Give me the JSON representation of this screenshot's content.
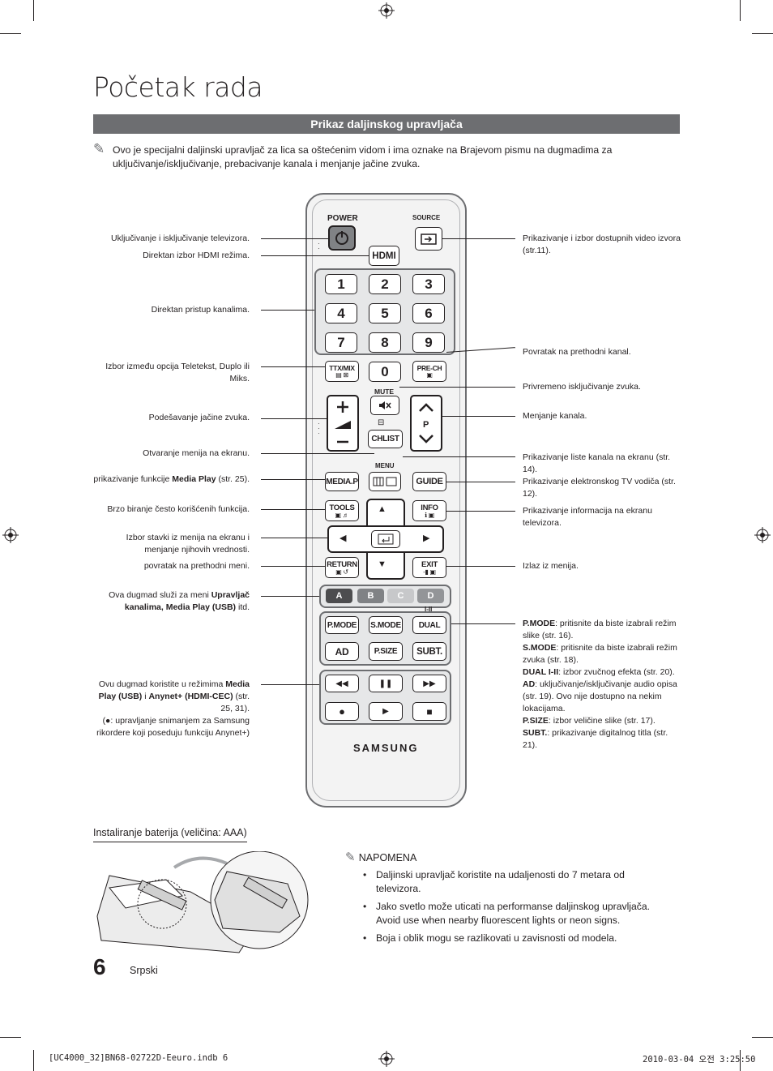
{
  "page_title": "Početak rada",
  "section_title": "Prikaz daljinskog upravljača",
  "intro": "Ovo je specijalni daljinski upravljač za lica sa oštećenim vidom i ima oznake na Brajevom pismu na dugmadima za uključivanje/isključivanje, prebacivanje kanala i menjanje jačine zvuka.",
  "remote": {
    "power": "POWER",
    "source": "SOURCE",
    "hdmi": "HDMI",
    "numbers": [
      "1",
      "2",
      "3",
      "4",
      "5",
      "6",
      "7",
      "8",
      "9",
      "0"
    ],
    "ttx": "TTX/MIX",
    "prech": "PRE-CH",
    "mute": "MUTE",
    "p": "P",
    "chlist": "CHLIST",
    "menu": "MENU",
    "mediap": "MEDIA.P",
    "guide": "GUIDE",
    "tools": "TOOLS",
    "info": "INFO",
    "return": "RETURN",
    "exit": "EXIT",
    "colors": [
      {
        "label": "A",
        "color": "#4d4d4f"
      },
      {
        "label": "B",
        "color": "#808285"
      },
      {
        "label": "C",
        "color": "#c7c8ca"
      },
      {
        "label": "D",
        "color": "#939598"
      }
    ],
    "dual_mark": "I-II",
    "pmode": "P.MODE",
    "smode": "S.MODE",
    "dual": "DUAL",
    "ad": "AD",
    "psize": "P.SIZE",
    "subt": "SUBT.",
    "brand": "SAMSUNG"
  },
  "callouts_left": {
    "power": "Uključivanje i isključivanje televizora.",
    "hdmi": "Direktan izbor HDMI režima.",
    "channels": "Direktan pristup kanalima.",
    "ttx": "Izbor između opcija Teletekst, Duplo ili Miks.",
    "volume": "Podešavanje jačine zvuka.",
    "menu": "Otvaranje menija na ekranu.",
    "mediap_pre": "prikazivanje funkcije ",
    "mediap_bold": "Media Play",
    "mediap_post": " (str. 25).",
    "tools": "Brzo biranje često korišćenih funkcija.",
    "nav": "Izbor stavki iz menija na ekranu i menjanje njihovih vrednosti.",
    "return": "povratak na prethodni meni.",
    "color_pre": "Ova dugmad služi za meni ",
    "color_bold1": "Upravljač kanalima, Media Play (USB)",
    "color_post": " itd.",
    "media_pre": "Ovu dugmad koristite u režimima ",
    "media_bold1": "Media Play (USB)",
    "media_mid": " i ",
    "media_bold2": "Anynet+ (HDMI-CEC)",
    "media_post": " (str. 25, 31).",
    "media_rec": "(●: upravljanje snimanjem za Samsung rikordere koji poseduju funkciju Anynet+)"
  },
  "callouts_right": {
    "source": "Prikazivanje i izbor dostupnih video izvora (str.11).",
    "prech": "Povratak na prethodni kanal.",
    "mute": "Privremeno isključivanje zvuka.",
    "channel": "Menjanje kanala.",
    "chlist": "Prikazivanje liste kanala na ekranu (str. 14).",
    "guide": "Prikazivanje elektronskog TV vodiča (str. 12).",
    "info": "Prikazivanje informacija na ekranu televizora.",
    "exit": "Izlaz iz menija.",
    "modes": [
      {
        "key": "P.MODE",
        "text": ": pritisnite da biste izabrali režim slike (str. 16)."
      },
      {
        "key": "S.MODE",
        "text": ": pritisnite da biste izabrali režim zvuka (str. 18)."
      },
      {
        "key": "DUAL I-II",
        "text": ": izbor zvučnog efekta (str. 20)."
      },
      {
        "key": "AD",
        "text": ": uključivanje/isključivanje audio opisa (str. 19). Ovo nije dostupno na nekim lokacijama."
      },
      {
        "key": "P.SIZE",
        "text": ": izbor veličine slike (str. 17)."
      },
      {
        "key": "SUBT.",
        "text": ": prikazivanje digitalnog titla (str. 21)."
      }
    ]
  },
  "battery_title": "Instaliranje baterija (veličina: AAA)",
  "napomena": {
    "head": "NAPOMENA",
    "items": [
      "Daljinski upravljač koristite na udaljenosti do 7 metara od televizora.",
      "Jako svetlo može uticati na performanse daljinskog upravljača. Avoid use when nearby fluorescent lights or neon signs.",
      "Boja i oblik mogu se razlikovati u zavisnosti od modela."
    ]
  },
  "page_number": "6",
  "language": "Srpski",
  "footer_file": "[UC4000_32]BN68-02722D-Eeuro.indb   6",
  "footer_date": "2010-03-04   오전 3:25:50"
}
